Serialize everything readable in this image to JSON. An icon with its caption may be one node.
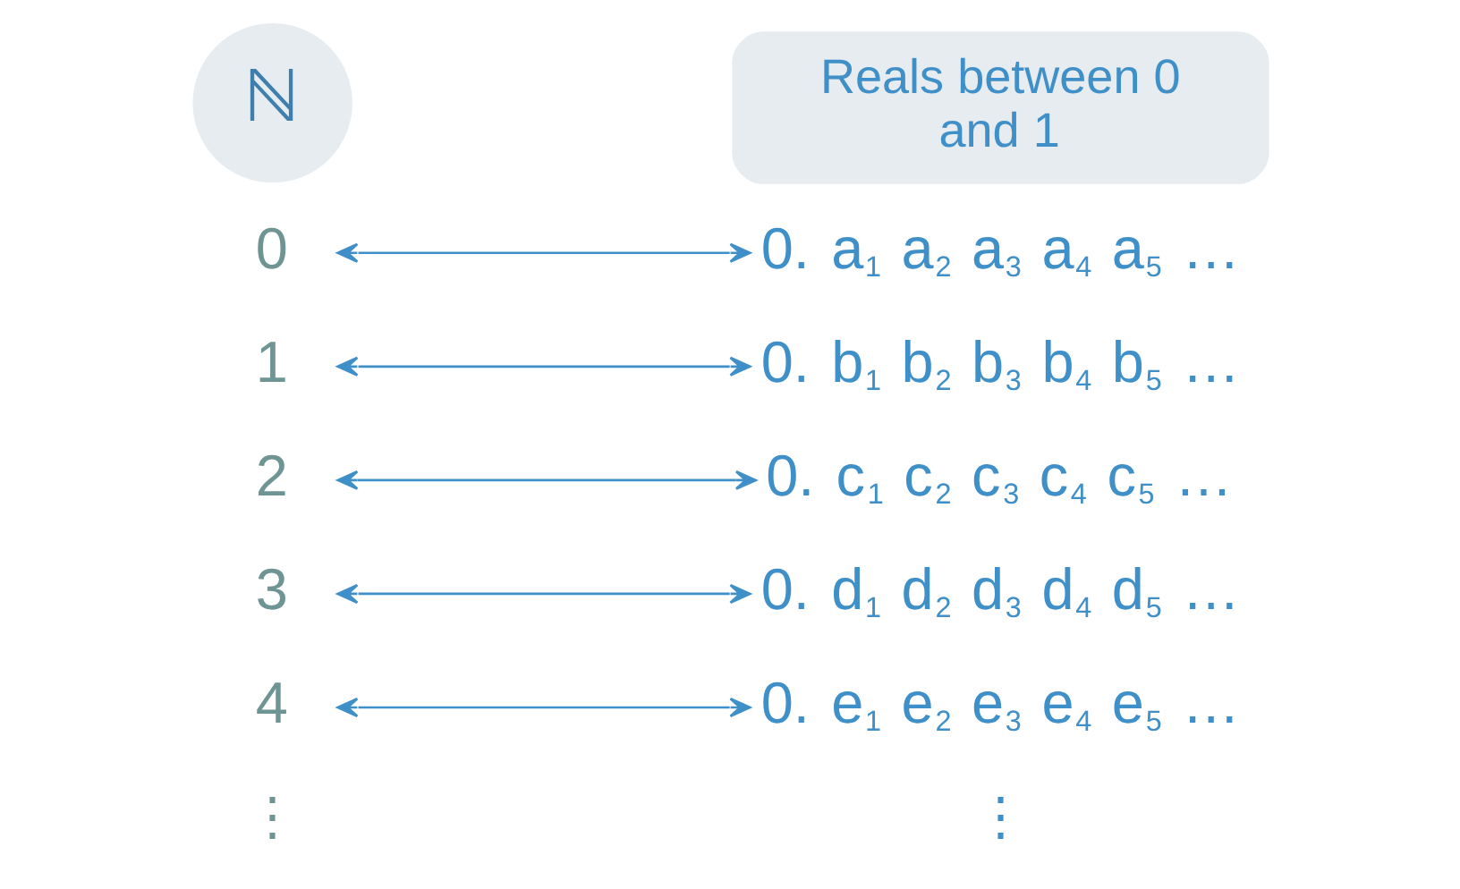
{
  "diagram": {
    "nodes": [
      {
        "text": [
          "ℕ"
        ]
      },
      {
        "text": [
          "Reals between 0 and 1"
        ]
      },
      {
        "text": [
          "0"
        ]
      },
      {
        "text": [
          "0. a$_{1}$ a$_{2}$ a$_{3}$ a$_{4}$ a$_{5}$ …"
        ]
      },
      {
        "text": [
          "1"
        ]
      },
      {
        "text": [
          "0. b$_{1}$ b$_{2}$ b$_{3}$ b$_{4}$ b$_{5}$ …"
        ]
      },
      {
        "text": [
          "2"
        ]
      },
      {
        "text": [
          "0. c$_{1}$ c$_{2}$ c$_{3}$ c$_{4}$ c$_{5}$ …"
        ]
      },
      {
        "text": [
          "3"
        ]
      },
      {
        "text": [
          "0. d$_{1}$ d$_{2}$ d$_{3}$ d$_{4}$ d$_{5}$ …"
        ]
      },
      {
        "text": [
          "4"
        ]
      },
      {
        "text": [
          "0. e$_{1}$ e$_{2}$ e$_{3}$ e$_{4}$ e$_{5}$ …"
        ]
      }
    ],
    "edges": [
      {
        "from": 2,
        "to": 3,
        "arrow": "both"
      },
      {
        "from": 4,
        "to": 5,
        "arrow": "both"
      },
      {
        "from": 6,
        "to": 7,
        "arrow": "both"
      },
      {
        "from": 8,
        "to": 9,
        "arrow": "both"
      },
      {
        "from": 10,
        "to": 11,
        "arrow": "both"
      }
    ],
    "labels": [
      "⋮",
      "⋮"
    ]
  }
}
